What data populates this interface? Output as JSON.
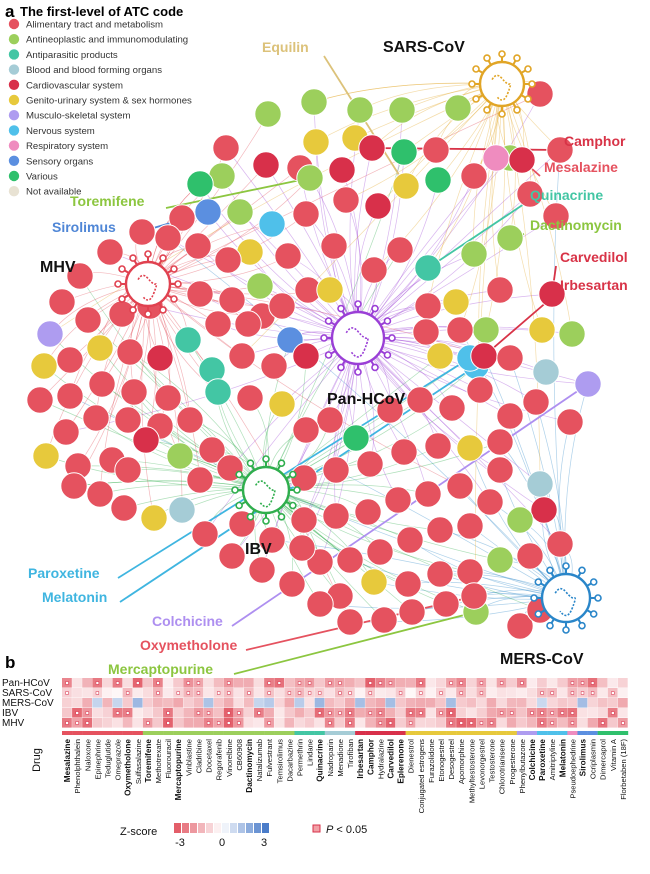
{
  "panel_a": {
    "letter": "a",
    "legend": {
      "title": "The first-level of ATC code",
      "items": [
        {
          "label": "Alimentary tract and metabolism",
          "color": "#e5525f"
        },
        {
          "label": "Antineoplastic and immunomodulating",
          "color": "#9ccf5c"
        },
        {
          "label": "Antiparasitic products",
          "color": "#43c6a4"
        },
        {
          "label": "Blood and blood forming organs",
          "color": "#a5ccd6"
        },
        {
          "label": "Cardiovascular system",
          "color": "#d8304a"
        },
        {
          "label": "Genito-urinary system & sex hormones",
          "color": "#e7c93c"
        },
        {
          "label": "Musculo-skeletal system",
          "color": "#ae9cf0"
        },
        {
          "label": "Nervous system",
          "color": "#4fc0ea"
        },
        {
          "label": "Respiratory system",
          "color": "#ef8cbf"
        },
        {
          "label": "Sensory organs",
          "color": "#5b8fe0"
        },
        {
          "label": "Various",
          "color": "#2fc06c"
        },
        {
          "label": "Not available",
          "color": "#e8e2d3"
        }
      ]
    },
    "viruses": [
      {
        "id": "sars",
        "label": "SARS-CoV",
        "color": "#e1a526"
      },
      {
        "id": "mhv",
        "label": "MHV",
        "color": "#e0414f"
      },
      {
        "id": "pan",
        "label": "Pan-HCoV",
        "color": "#9a3fd6"
      },
      {
        "id": "ibv",
        "label": "IBV",
        "color": "#2fae4d"
      },
      {
        "id": "mers",
        "label": "MERS-CoV",
        "color": "#2a86c9"
      }
    ],
    "drug_labels": [
      {
        "id": "equilin",
        "text": "Equilin",
        "color": "#dcc27a"
      },
      {
        "id": "camphor",
        "text": "Camphor",
        "color": "#d83347"
      },
      {
        "id": "mesalazine",
        "text": "Mesalazine",
        "color": "#e5525f"
      },
      {
        "id": "quinacrine",
        "text": "Quinacrine",
        "color": "#43c6a4"
      },
      {
        "id": "toremifene",
        "text": "Toremifene",
        "color": "#8cc640"
      },
      {
        "id": "sirolimus",
        "text": "Sirolimus",
        "color": "#4f86d6"
      },
      {
        "id": "dactinomycin",
        "text": "Dactinomycin",
        "color": "#8cc640"
      },
      {
        "id": "carvedilol",
        "text": "Carvedilol",
        "color": "#d83347"
      },
      {
        "id": "irbesartan",
        "text": "Irbesartan",
        "color": "#d83347"
      },
      {
        "id": "paroxetine",
        "text": "Paroxetine",
        "color": "#3fb5e0"
      },
      {
        "id": "melatonin",
        "text": "Melatonin",
        "color": "#3fb5e0"
      },
      {
        "id": "colchicine",
        "text": "Colchicine",
        "color": "#ae8ff0"
      },
      {
        "id": "oxymetholone",
        "text": "Oxymetholone",
        "color": "#e5525f"
      },
      {
        "id": "mercaptopurine",
        "text": "Mercaptopurine",
        "color": "#8cc640"
      }
    ]
  },
  "panel_b": {
    "letter": "b",
    "rows": [
      "Pan-HCoV",
      "SARS-CoV",
      "MERS-CoV",
      "IBV",
      "MHV"
    ],
    "drug_axis_label": "Drug",
    "columns": [
      {
        "name": "Mesalazine",
        "bold": true,
        "group": 0
      },
      {
        "name": "Phenolphthalein",
        "bold": false,
        "group": 0
      },
      {
        "name": "Naloxone",
        "bold": false,
        "group": 0
      },
      {
        "name": "Epinephrine",
        "bold": false,
        "group": 0
      },
      {
        "name": "Teduglutide",
        "bold": false,
        "group": 0
      },
      {
        "name": "Omeprazole",
        "bold": false,
        "group": 0
      },
      {
        "name": "Oxymetholone",
        "bold": true,
        "group": 0
      },
      {
        "name": "Sulfasalazine",
        "bold": false,
        "group": 0
      },
      {
        "name": "Toremifene",
        "bold": true,
        "group": 1
      },
      {
        "name": "Methotrexate",
        "bold": false,
        "group": 1
      },
      {
        "name": "Fluorouracil",
        "bold": false,
        "group": 1
      },
      {
        "name": "Mercaptopurine",
        "bold": true,
        "group": 1
      },
      {
        "name": "Vinblastine",
        "bold": false,
        "group": 1
      },
      {
        "name": "Cladribine",
        "bold": false,
        "group": 1
      },
      {
        "name": "Docetaxel",
        "bold": false,
        "group": 1
      },
      {
        "name": "Regorafenib",
        "bold": false,
        "group": 1
      },
      {
        "name": "Vinorelbine",
        "bold": false,
        "group": 1
      },
      {
        "name": "CB60908",
        "bold": false,
        "group": 1
      },
      {
        "name": "Dactinomycin",
        "bold": true,
        "group": 1
      },
      {
        "name": "Natalizumab",
        "bold": false,
        "group": 1
      },
      {
        "name": "Fulvestrant",
        "bold": false,
        "group": 1
      },
      {
        "name": "Temsirolimus",
        "bold": false,
        "group": 1
      },
      {
        "name": "Dacarbazine",
        "bold": false,
        "group": 1
      },
      {
        "name": "Permethrin",
        "bold": false,
        "group": 2
      },
      {
        "name": "Lindane",
        "bold": false,
        "group": 2
      },
      {
        "name": "Quinacrine",
        "bold": true,
        "group": 2
      },
      {
        "name": "Nadroparin",
        "bold": false,
        "group": 3
      },
      {
        "name": "Menadione",
        "bold": false,
        "group": 3
      },
      {
        "name": "Tirofiban",
        "bold": false,
        "group": 3
      },
      {
        "name": "Irbesartan",
        "bold": true,
        "group": 4
      },
      {
        "name": "Camphor",
        "bold": true,
        "group": 4
      },
      {
        "name": "Hydralazine",
        "bold": false,
        "group": 4
      },
      {
        "name": "Carvedilol",
        "bold": true,
        "group": 4
      },
      {
        "name": "Eplerenone",
        "bold": true,
        "group": 4
      },
      {
        "name": "Dienestrol",
        "bold": false,
        "group": 5
      },
      {
        "name": "Conjugated estrogens",
        "bold": false,
        "group": 5
      },
      {
        "name": "Furazolidone",
        "bold": false,
        "group": 5
      },
      {
        "name": "Etonogestrel",
        "bold": false,
        "group": 5
      },
      {
        "name": "Desogestrel",
        "bold": false,
        "group": 5
      },
      {
        "name": "Apomorphine",
        "bold": false,
        "group": 5
      },
      {
        "name": "Methyltestosterone",
        "bold": false,
        "group": 5
      },
      {
        "name": "Levonorgestrel",
        "bold": false,
        "group": 5
      },
      {
        "name": "Testosterone",
        "bold": false,
        "group": 5
      },
      {
        "name": "Chlorotrianisene",
        "bold": false,
        "group": 5
      },
      {
        "name": "Progesterone",
        "bold": false,
        "group": 5
      },
      {
        "name": "Phenylbutazone",
        "bold": false,
        "group": 6
      },
      {
        "name": "Colchicine",
        "bold": true,
        "group": 6
      },
      {
        "name": "Paroxetine",
        "bold": true,
        "group": 7
      },
      {
        "name": "Amitriptyline",
        "bold": false,
        "group": 7
      },
      {
        "name": "Melatonin",
        "bold": true,
        "group": 7
      },
      {
        "name": "Pseudoephedrine",
        "bold": false,
        "group": 8
      },
      {
        "name": "Sirolimus",
        "bold": true,
        "group": 9
      },
      {
        "name": "Ocriplasmin",
        "bold": false,
        "group": 9
      },
      {
        "name": "Dimercaprol",
        "bold": false,
        "group": 10
      },
      {
        "name": "Vitamin A",
        "bold": false,
        "group": 10
      },
      {
        "name": "Florbetaben (18F)",
        "bold": false,
        "group": 10
      }
    ],
    "colorbar": {
      "title": "Z-score",
      "ticks": [
        "-3",
        "0",
        "3"
      ],
      "low_color": "#e04f5b",
      "mid_color": "#ffffff",
      "high_color": "#3a70c4"
    },
    "significance": {
      "italic": "P",
      "text": " < 0.05"
    }
  }
}
